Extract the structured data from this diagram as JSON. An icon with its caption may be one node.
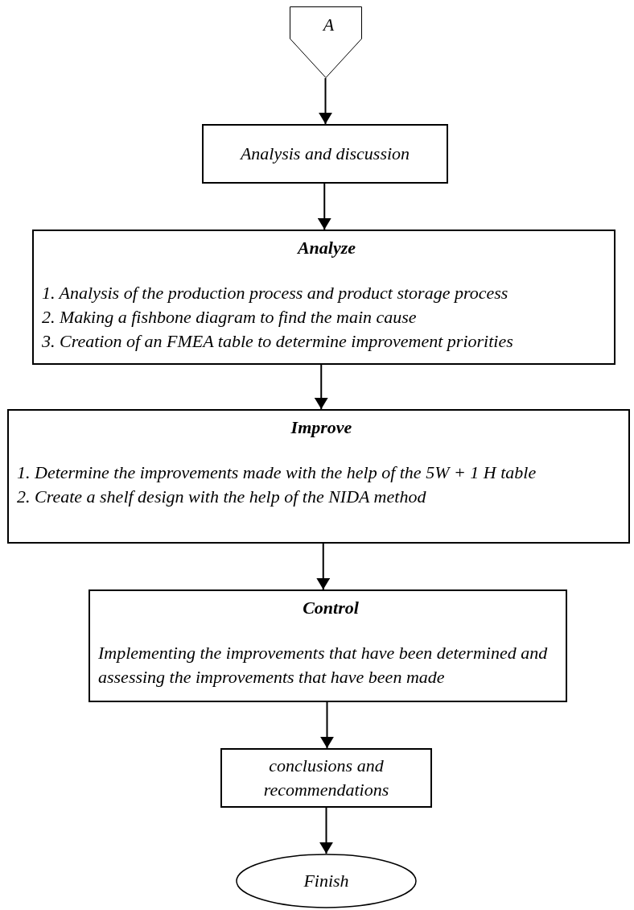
{
  "diagram": {
    "nodes": [
      {
        "text": [
          "A"
        ]
      },
      {
        "text": [
          "Analysis and discussion"
        ]
      },
      {
        "text": [
          "Analyze",
          "1. Analysis of the production process and product storage process",
          "2. Making a fishbone diagram to find the main cause",
          "3. Creation of an FMEA table to determine improvement priorities"
        ]
      },
      {
        "text": [
          "Improve",
          "1. Determine the improvements made with the help of the 5W + 1 H table",
          "2. Create a shelf design with the help of the NIDA method"
        ]
      },
      {
        "text": [
          "Control",
          "Implementing the improvements that have been determined and assessing the improvements that have been made"
        ]
      },
      {
        "text": [
          "conclusions and recommendations"
        ]
      },
      {
        "text": [
          "Finish"
        ]
      }
    ],
    "edges": [
      {
        "from": 0,
        "to": 1,
        "arrow": "to"
      },
      {
        "from": 1,
        "to": 2,
        "arrow": "to"
      },
      {
        "from": 2,
        "to": 3,
        "arrow": "to"
      },
      {
        "from": 3,
        "to": 4,
        "arrow": "to"
      },
      {
        "from": 4,
        "to": 5,
        "arrow": "to"
      },
      {
        "from": 5,
        "to": 6,
        "arrow": "to"
      }
    ]
  }
}
